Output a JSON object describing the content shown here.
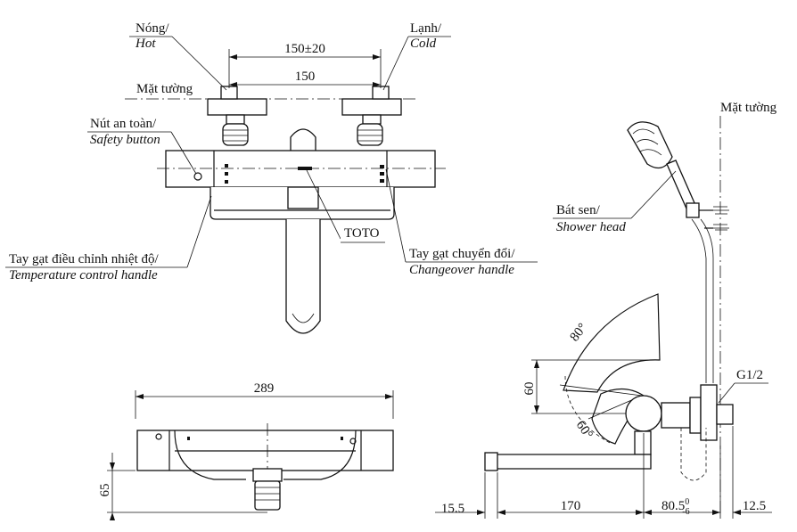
{
  "labels": {
    "hot_vn": "Nóng/",
    "hot_en": "Hot",
    "cold_vn": "Lạnh/",
    "cold_en": "Cold",
    "wall_vn_left": "Mặt tường",
    "wall_vn_right": "Mặt tường",
    "safety_vn": "Nút an toàn/",
    "safety_en": "Safety button",
    "brand": "TOTO",
    "temp_vn": "Tay gạt điều chỉnh nhiệt độ/",
    "temp_en": "Temperature control handle",
    "change_vn": "Tay gạt chuyển đổi/",
    "change_en": "Changeover handle",
    "shower_vn": "Bát sen/",
    "shower_en": "Shower head",
    "thread": "G1/2"
  },
  "dimensions": {
    "inlet_spacing_tol": "150±20",
    "inlet_spacing": "150",
    "body_length": "289",
    "body_height": "65",
    "handle_swing_top": "80°",
    "handle_swing_bottom": "60°",
    "handle_offset": "60",
    "wall_to_body": "15.5",
    "spout_length": "170",
    "body_depth_main": "80.5",
    "body_depth_sup": "0",
    "body_depth_sub": "-6",
    "wall_gap": "12.5"
  }
}
